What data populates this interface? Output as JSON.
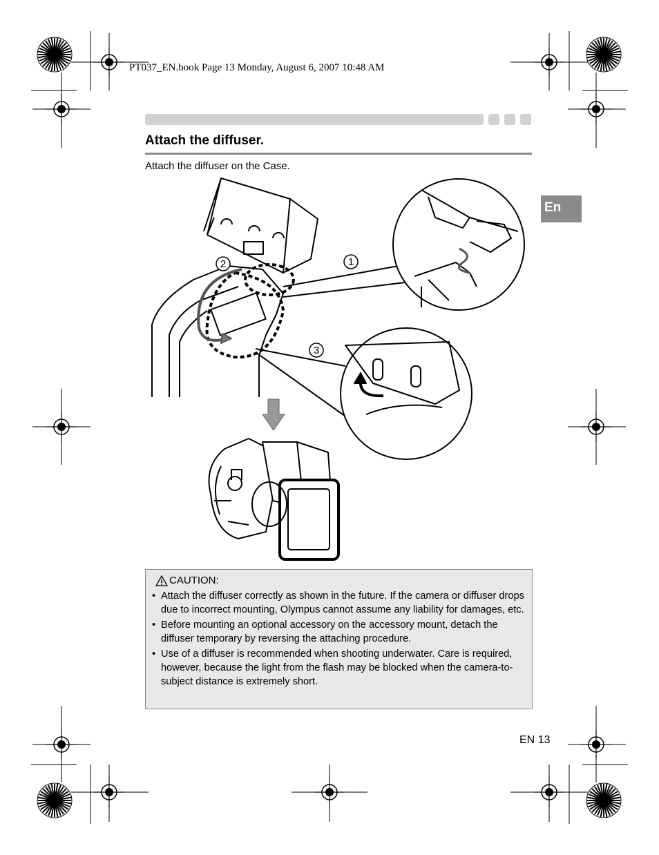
{
  "print_header": "PT037_EN.book  Page 13  Monday, August 6, 2007  10:48 AM",
  "section": {
    "heading": "Attach the diffuser.",
    "instruction": "Attach the diffuser on the Case."
  },
  "language_tab": "En",
  "illustration": {
    "step_labels": [
      "1",
      "2",
      "3"
    ]
  },
  "caution": {
    "title": "CAUTION:",
    "items": [
      "Attach the diffuser correctly as shown in the future. If the camera or diffuser drops due to incorrect mounting, Olympus cannot assume any liability for damages, etc.",
      "Before mounting an optional accessory on the accessory mount, detach the diffuser temporary by reversing the attaching procedure.",
      "Use of a diffuser is recommended when shooting underwater. Care is required, however, because the light from the flash may be blocked when the camera-to-subject distance is extremely short."
    ]
  },
  "page_number": "EN 13"
}
